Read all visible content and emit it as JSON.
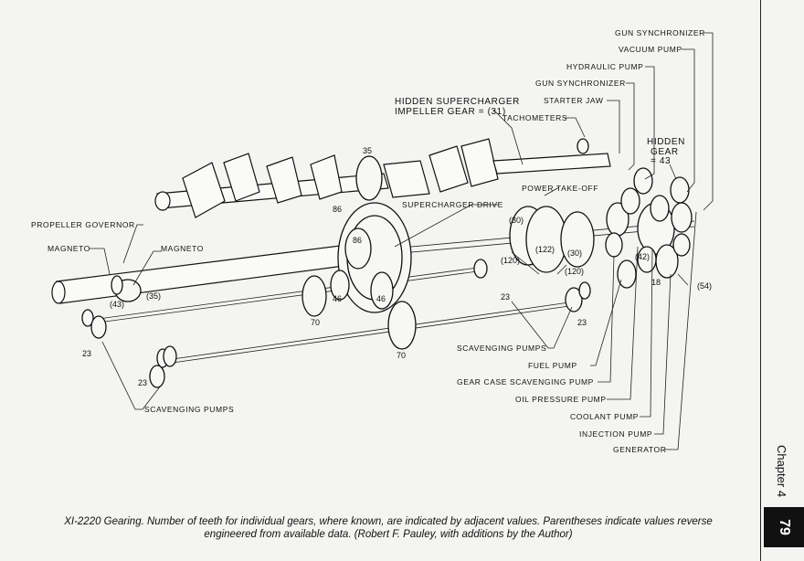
{
  "labels": {
    "gun_sync_top": "GUN  SYNCHRONIZER",
    "vacuum_pump": "VACUUM  PUMP",
    "hydraulic_pump": "HYDRAULIC  PUMP",
    "gun_sync_mid": "GUN  SYNCHRONIZER",
    "starter_jaw": "STARTER  JAW",
    "hidden_sc_line1": "HIDDEN SUPERCHARGER",
    "hidden_sc_line2": "IMPELLER GEAR = (31)",
    "tachometers": "TACHOMETERS",
    "hidden_gear_line1": "HIDDEN",
    "hidden_gear_line2": "GEAR",
    "hidden_gear_line3": "= 43",
    "power_takeoff": "POWER  TAKE-OFF",
    "supercharger_drive": "SUPERCHARGER  DRIVE",
    "propeller_governor": "PROPELLER  GOVERNOR",
    "magneto_left": "MAGNETO",
    "magneto_right": "MAGNETO",
    "scavenging_pumps_mid": "SCAVENGING  PUMPS",
    "fuel_pump": "FUEL  PUMP",
    "gear_case_scavenging_pump": "GEAR  CASE  SCAVENGING  PUMP",
    "oil_pressure_pump": "OIL  PRESSURE  PUMP",
    "coolant_pump": "COOLANT  PUMP",
    "injection_pump": "INJECTION  PUMP",
    "generator": "GENERATOR",
    "scavenging_pumps_bottom": "SCAVENGING  PUMPS"
  },
  "gear_values": {
    "g35_top": "35",
    "g86_left": "86",
    "g86_inner": "86",
    "g35_magneto": "(35)",
    "g43": "(43)",
    "g46_a": "46",
    "g46_b": "46",
    "g70_left": "70",
    "g70_bottom": "70",
    "g23_mid": "23",
    "g23_right": "23",
    "g23_left": "23",
    "g23_lower": "23",
    "g30_a": "(30)",
    "g122": "(122)",
    "g30_b": "(30)",
    "g120_a": "(120)",
    "g120_b": "(120)",
    "g42": "(42)",
    "g18": "18",
    "g54": "(54)"
  },
  "caption": {
    "line1": "XI-2220 Gearing. Number of teeth for individual gears, where known, are indicated by adjacent values. Parentheses indicate values reverse",
    "line2": "engineered from available data. (Robert F. Pauley, with additions by the Author)"
  },
  "sidebar": {
    "chapter": "Chapter 4",
    "page_number": "79"
  }
}
